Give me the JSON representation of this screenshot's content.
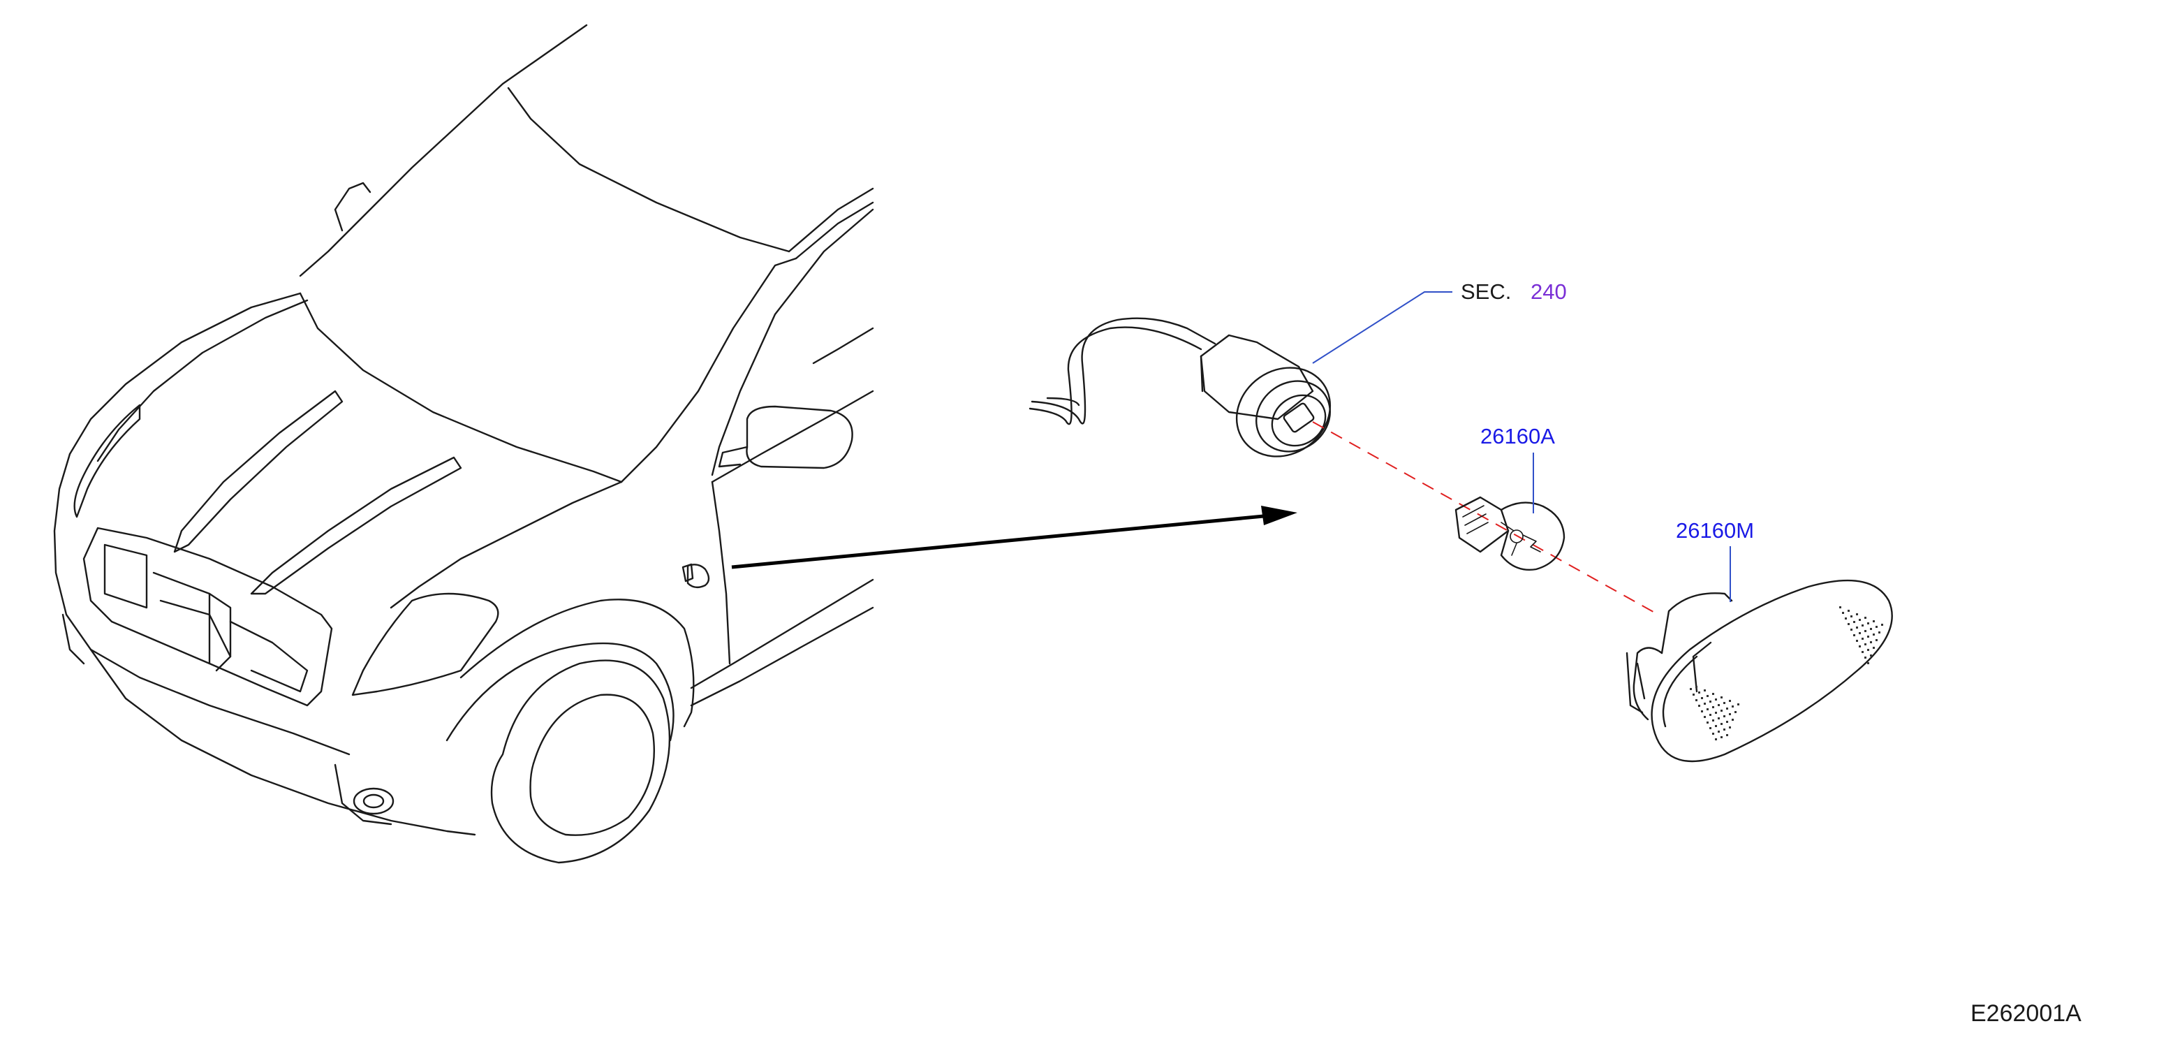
{
  "labels": {
    "sec_prefix": "SEC.",
    "sec_number": "240",
    "part_bulb": "26160A",
    "part_lamp": "26160M",
    "drawing_code": "E262001A"
  },
  "colors": {
    "outline": "#1a1a1a",
    "sec_number": "#7a2fd6",
    "part_number": "#1a1ae6",
    "leader_line": "#3050c8",
    "alignment_line": "#e02020",
    "arrow": "#000000"
  },
  "icons": {
    "vehicle": "suv-front-outline",
    "connector": "wire-harness-socket",
    "bulb": "wedge-base-bulb",
    "lamp": "side-marker-lamp"
  }
}
